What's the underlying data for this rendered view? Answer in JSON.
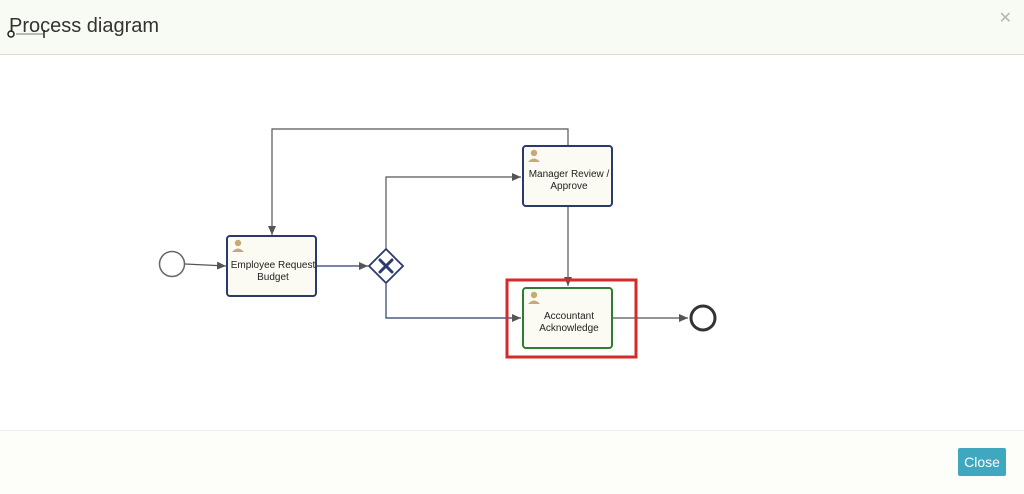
{
  "dialog": {
    "title": "Process diagram",
    "close_button_label": "Close"
  },
  "diagram": {
    "tasks": {
      "employee_request": {
        "line1": "Employee Request",
        "line2": "Budget"
      },
      "manager_review": {
        "line1": "Manager Review /",
        "line2": "Approve"
      },
      "accountant_ack": {
        "line1": "Accountant",
        "line2": "Acknowledge"
      }
    },
    "highlighted_task": "accountant_ack",
    "colors": {
      "task_border": "#2b3a6e",
      "active_task_border": "#2f7d32",
      "highlight": "#d42a2a",
      "gateway": "#2b3a6e",
      "flow": "#555555",
      "task_fill": "#fbfbf3",
      "user_icon": "#c8a978"
    }
  }
}
